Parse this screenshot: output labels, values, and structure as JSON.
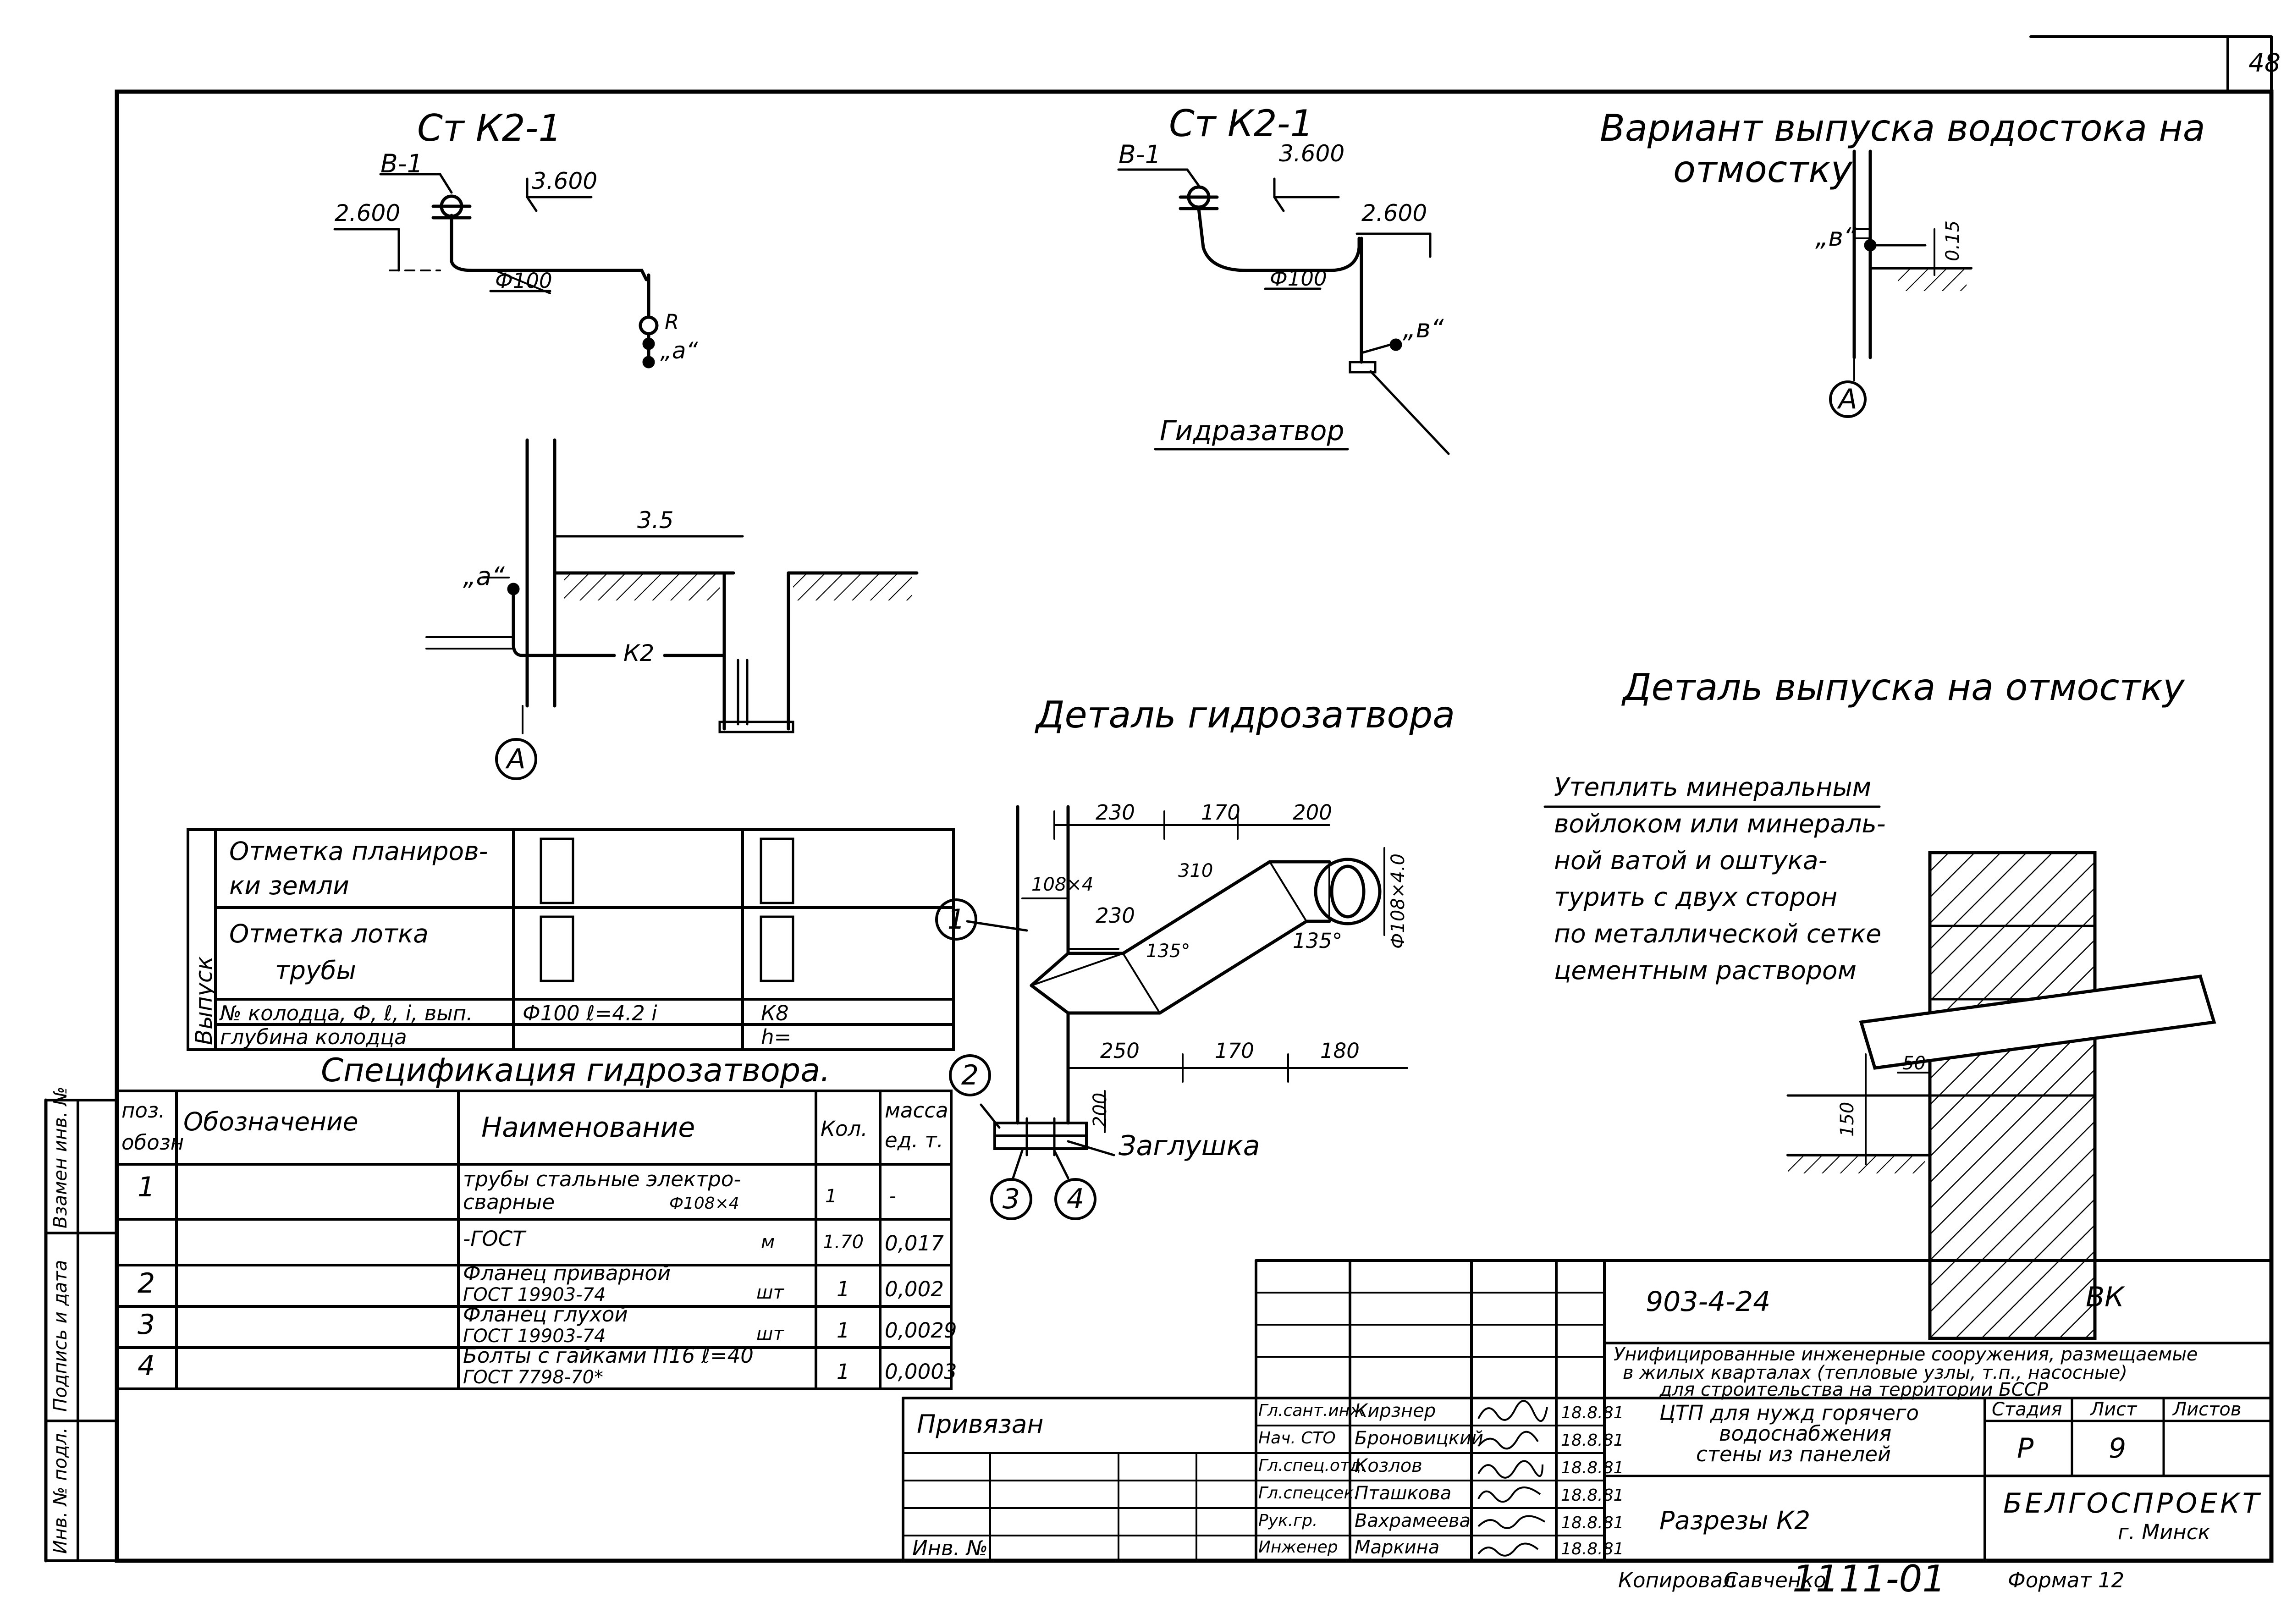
{
  "sheet_number": "48",
  "section1": {
    "title": "Ст К2-1",
    "v1": "В-1",
    "lvl_top": "3.600",
    "lvl_bot": "2.600",
    "pipe": "Ф100",
    "r": "R",
    "a": "„а“"
  },
  "section2": {
    "title": "Ст К2-1",
    "v1": "В-1",
    "lvl_top": "3.600",
    "lvl_bot": "2.600",
    "pipe": "Ф100",
    "b": "„в“",
    "seal_label": "Гидразатвор"
  },
  "variant": {
    "title_line1": "Вариант выпуска водостока на",
    "title_line2": "отмостку",
    "b": "„в“",
    "dim": "0.15",
    "axis": "А"
  },
  "section3": {
    "a": "„а“",
    "dim": "3.5",
    "k2": "К2",
    "axis": "А"
  },
  "seal_detail": {
    "title": "Деталь гидрозатвора",
    "dims": [
      "230",
      "170",
      "200",
      "108×4",
      "230",
      "310",
      "135°",
      "135°",
      "Ф108×4.0",
      "250",
      "170",
      "180",
      "200"
    ],
    "plug": "Заглушка",
    "callouts": [
      "1",
      "2",
      "3",
      "4"
    ]
  },
  "outlet_detail": {
    "title": "Деталь выпуска на отмостку",
    "note_lines": [
      "Утеплить минеральным",
      "войлоком или минераль-",
      "ной ватой и оштука-",
      "турить с двух сторон",
      "по металлической сетке",
      "цементным раствором"
    ],
    "dim150": "150",
    "dim50": "50"
  },
  "outlet_table": {
    "side": "Выпуск",
    "rows": [
      "Отметка планиров-",
      "ки земли",
      "Отметка лотка",
      "трубы",
      "№ колодца, Ф, ℓ, i, вып.",
      "глубина колодца"
    ],
    "val_pipe": "Ф100  ℓ=4.2  i",
    "val_k": "К8",
    "val_h": "h="
  },
  "spec": {
    "title": "Спецификация гидрозатвора.",
    "headers": {
      "pos": "поз.",
      "pos2": "обозн",
      "designation": "Обозначение",
      "name": "Наименование",
      "qty": "Кол.",
      "mass": "масса",
      "mass2": "ед. т."
    },
    "rows": [
      {
        "pos": "1",
        "name1": "трубы стальные электро-",
        "name2": "сварные",
        "name3": "Ф108×4",
        "unit": "",
        "qty": "1",
        "mass": "-"
      },
      {
        "pos": "",
        "name1": "-ГОСТ",
        "name2": "",
        "name3": "",
        "unit": "м",
        "qty": "1.70",
        "mass": "0,017"
      },
      {
        "pos": "2",
        "name1": "Фланец приварной",
        "name2": "ГОСТ 19903-74",
        "name3": "",
        "unit": "шт",
        "qty": "1",
        "mass": "0,002"
      },
      {
        "pos": "3",
        "name1": "Фланец глухой",
        "name2": "ГОСТ 19903-74",
        "name3": "",
        "unit": "шт",
        "qty": "1",
        "mass": "0,0029"
      },
      {
        "pos": "4",
        "name1": "Болты с гайками П16 ℓ=40",
        "name2": "ГОСТ 7798-70*",
        "name3": "",
        "unit": "",
        "qty": "1",
        "mass": "0,0003"
      }
    ]
  },
  "left_strip": {
    "l1": "Инв. № подл.",
    "l2": "Подпись и дата",
    "l3": "Взамен инв. №"
  },
  "title_block": {
    "code": "903-4-24",
    "mark": "ВК",
    "desc1": "Унифицированные инженерные сооружения, размещаемые",
    "desc2": "в жилых кварталах (тепловые узлы, т.п., насосные)",
    "desc3": "для строительства на территории БССР",
    "project1": "ЦТП для нужд горячего",
    "project2": "водоснабжения",
    "project3": "стены из панелей",
    "sheet_title": "Разрезы К2",
    "stage_h": "Стадия",
    "sheet_h": "Лист",
    "sheets_h": "Листов",
    "stage": "Р",
    "sheet": "9",
    "sheets": "",
    "org": "БЕЛГОСПРОЕКТ",
    "city": "г. Минск",
    "linked": "Привязан",
    "inv": "Инв. №",
    "copied": "Копировал",
    "copier": "Савченко",
    "copy_no": "1111-01",
    "format": "Формат 12",
    "staff": [
      {
        "role": "Гл.сант.инж",
        "name": "Кирзнер",
        "date": "18.8.81"
      },
      {
        "role": "Нач. СТО",
        "name": "Броновицкий",
        "date": "18.8.81"
      },
      {
        "role": "Гл.спец.отд.",
        "name": "Козлов",
        "date": "18.8.81"
      },
      {
        "role": "Гл.спецсек.",
        "name": "Пташкова",
        "date": "18.8.81"
      },
      {
        "role": "Рук.гр.",
        "name": "Вахрамеева",
        "date": "18.8.81"
      },
      {
        "role": "Инженер",
        "name": "Маркина",
        "date": "18.8.81"
      }
    ]
  }
}
